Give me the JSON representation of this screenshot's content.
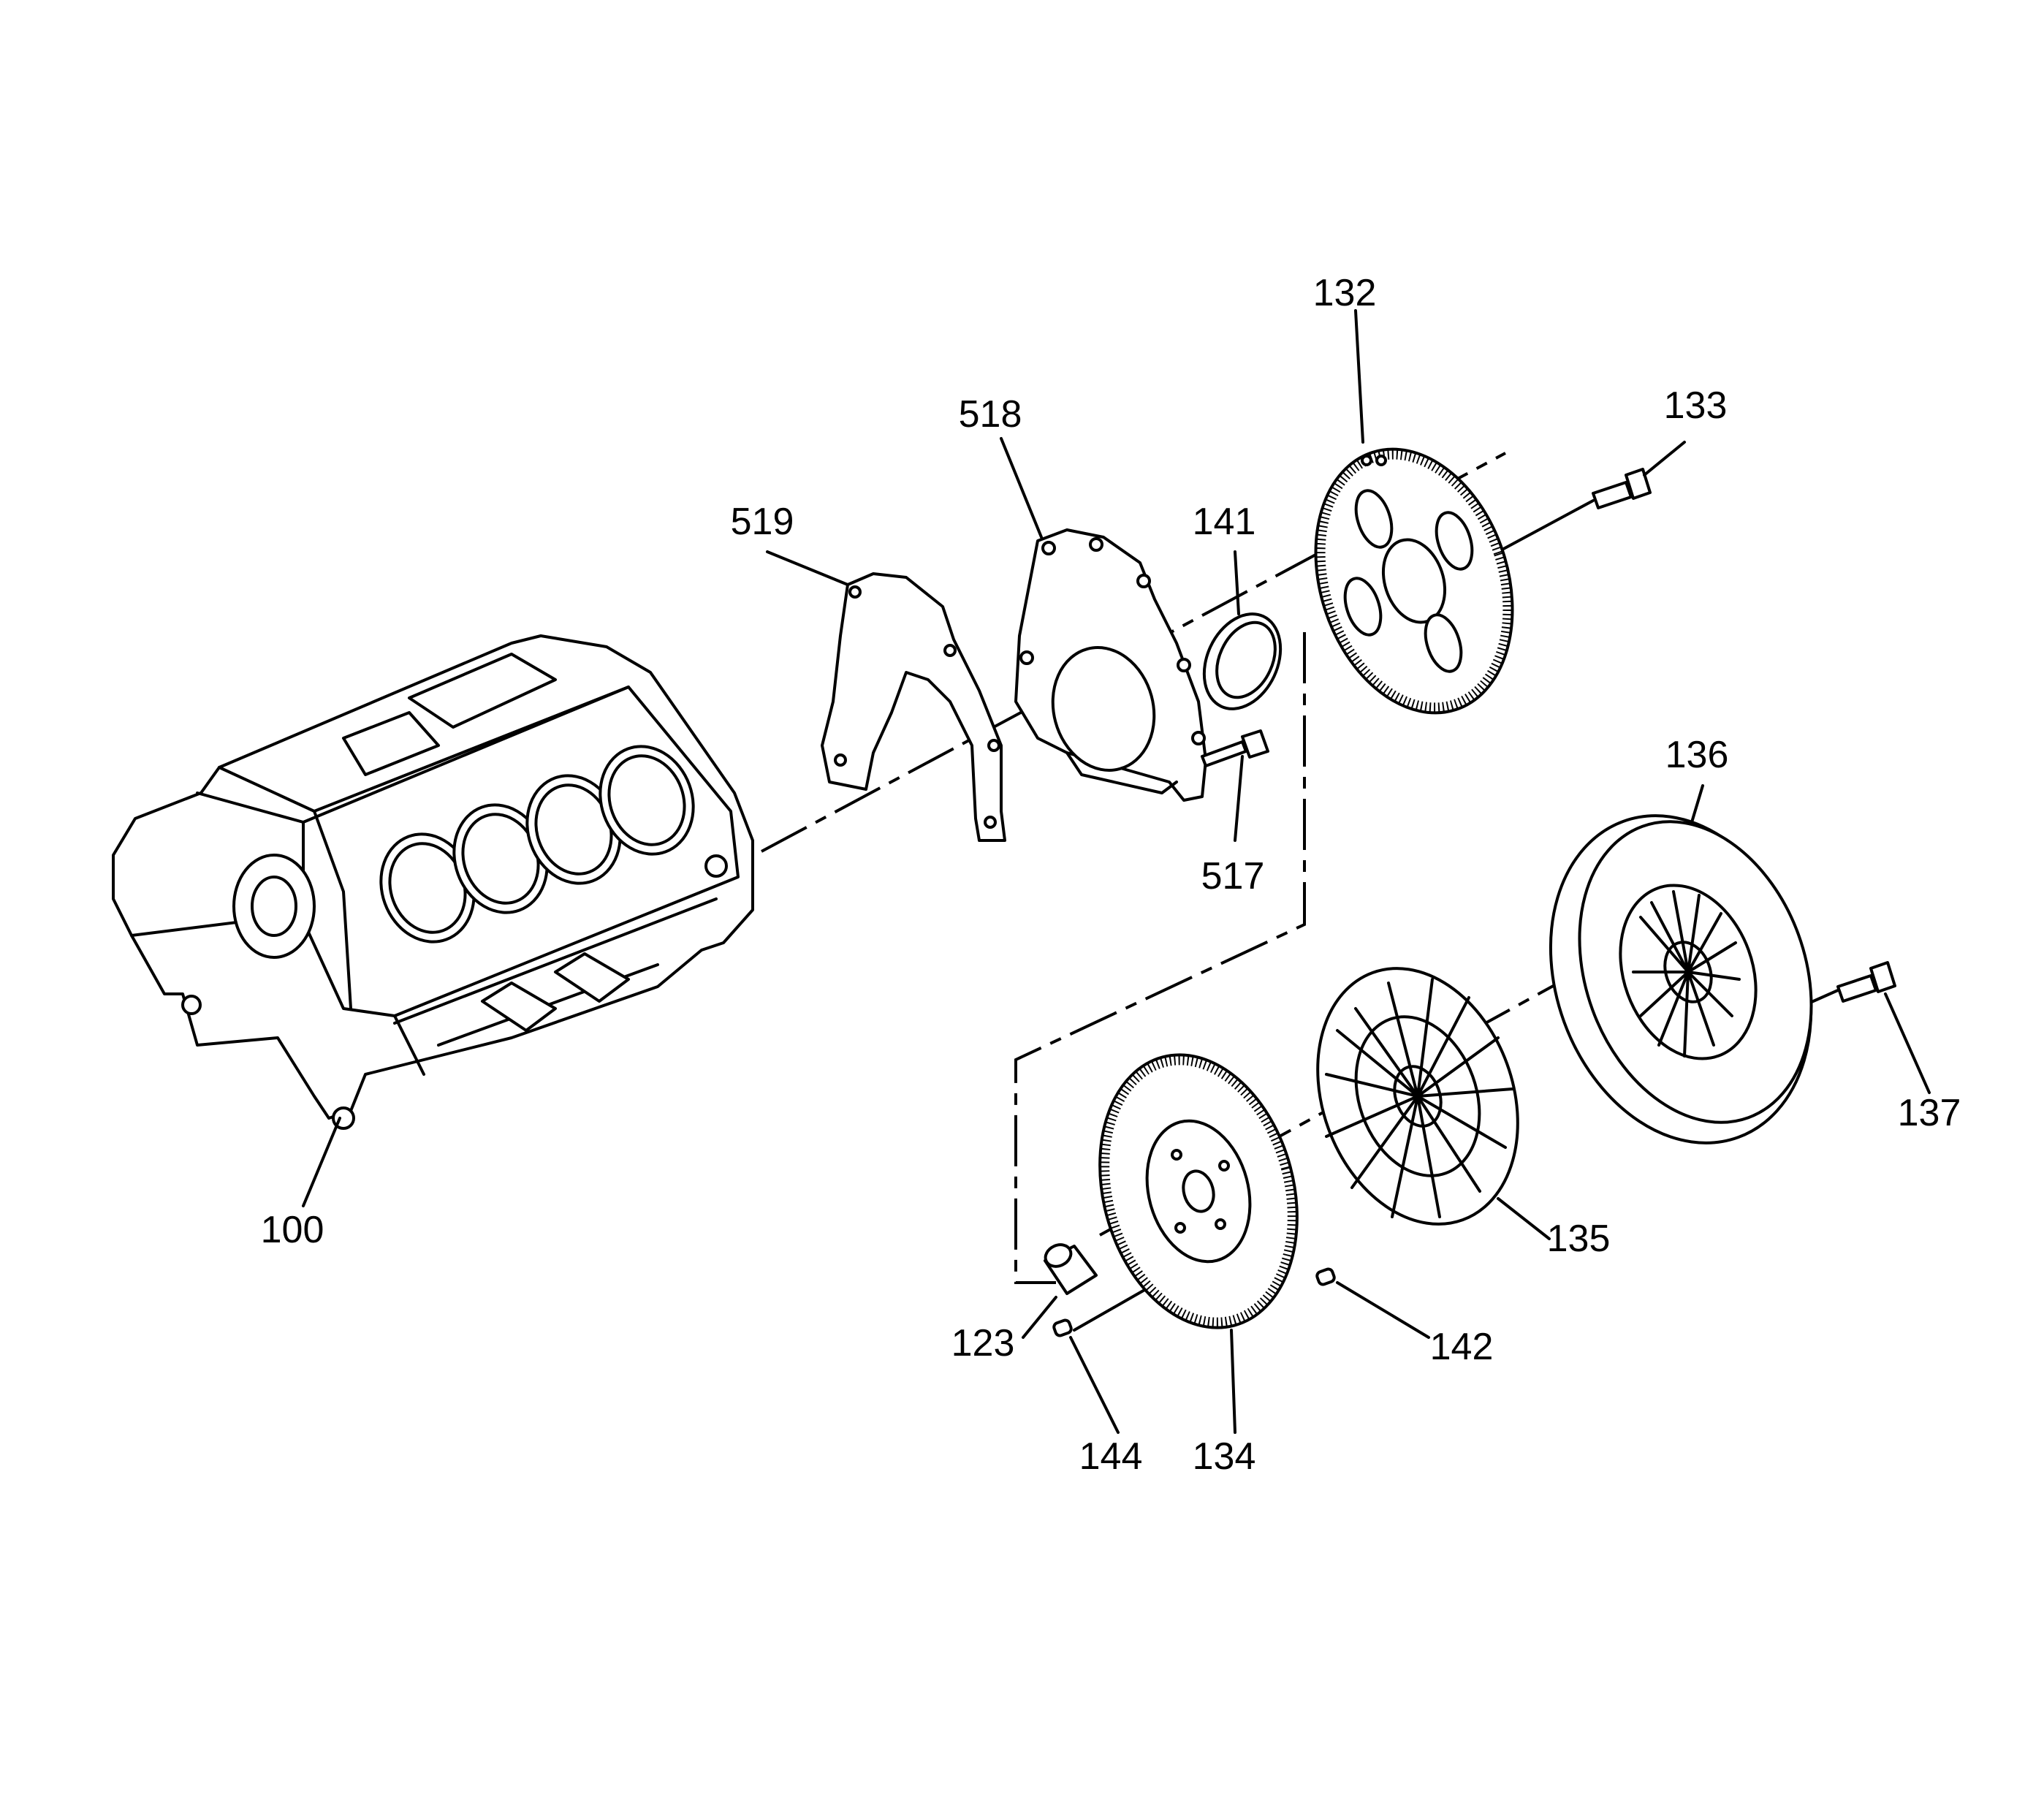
{
  "callouts": [
    {
      "id": "c132",
      "text": "132"
    },
    {
      "id": "c133",
      "text": "133"
    },
    {
      "id": "c518",
      "text": "518"
    },
    {
      "id": "c519",
      "text": "519"
    },
    {
      "id": "c141",
      "text": "141"
    },
    {
      "id": "c517",
      "text": "517"
    },
    {
      "id": "c136",
      "text": "136"
    },
    {
      "id": "c137",
      "text": "137"
    },
    {
      "id": "c135",
      "text": "135"
    },
    {
      "id": "c100",
      "text": "100"
    },
    {
      "id": "c123",
      "text": "123"
    },
    {
      "id": "c142",
      "text": "142"
    },
    {
      "id": "c144",
      "text": "144"
    },
    {
      "id": "c134",
      "text": "134"
    }
  ]
}
